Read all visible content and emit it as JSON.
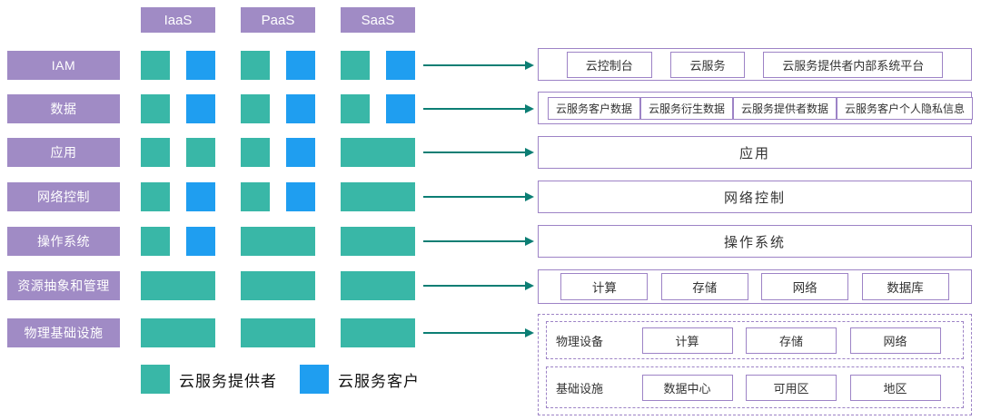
{
  "colors": {
    "purple": "#a08bc5",
    "teal": "#39b7a7",
    "blue": "#1f9ef0",
    "arrow": "#0c7e74",
    "box_border": "#9d83c6"
  },
  "headers": [
    {
      "label": "IaaS"
    },
    {
      "label": "PaaS"
    },
    {
      "label": "SaaS"
    }
  ],
  "legend": {
    "provider": {
      "label": "云服务提供者",
      "color": "#39b7a7"
    },
    "customer": {
      "label": "云服务客户",
      "color": "#1f9ef0"
    }
  },
  "rows": [
    {
      "label": "IAM",
      "cells": [
        [
          "provider",
          "customer"
        ],
        [
          "provider",
          "customer"
        ],
        [
          "provider",
          "customer"
        ]
      ],
      "right": {
        "type": "boxes",
        "items": [
          "云控制台",
          "云服务",
          "云服务提供者内部系统平台"
        ]
      }
    },
    {
      "label": "数据",
      "cells": [
        [
          "provider",
          "customer"
        ],
        [
          "provider",
          "customer"
        ],
        [
          "provider",
          "customer"
        ]
      ],
      "right": {
        "type": "boxes",
        "items": [
          "云服务客户数据",
          "云服务衍生数据",
          "云服务提供者数据",
          "云服务客户个人隐私信息"
        ]
      }
    },
    {
      "label": "应用",
      "cells": [
        [
          "provider",
          "provider"
        ],
        [
          "provider",
          "customer"
        ],
        [
          "full"
        ]
      ],
      "right": {
        "type": "single",
        "label": "应用"
      }
    },
    {
      "label": "网络控制",
      "cells": [
        [
          "provider",
          "customer"
        ],
        [
          "provider",
          "customer"
        ],
        [
          "full"
        ]
      ],
      "right": {
        "type": "single",
        "label": "网络控制"
      }
    },
    {
      "label": "操作系统",
      "cells": [
        [
          "provider",
          "customer"
        ],
        [
          "full"
        ],
        [
          "full"
        ]
      ],
      "right": {
        "type": "single",
        "label": "操作系统"
      }
    },
    {
      "label": "资源抽象和管理",
      "cells": [
        [
          "full"
        ],
        [
          "full"
        ],
        [
          "full"
        ]
      ],
      "right": {
        "type": "boxes",
        "items": [
          "计算",
          "存储",
          "网络",
          "数据库"
        ]
      }
    },
    {
      "label": "物理基础设施",
      "cells": [
        [
          "full"
        ],
        [
          "full"
        ],
        [
          "full"
        ]
      ],
      "right": {
        "type": "dashed-groups",
        "groups": [
          {
            "label": "物理设备",
            "items": [
              "计算",
              "存储",
              "网络"
            ]
          },
          {
            "label": "基础设施",
            "items": [
              "数据中心",
              "可用区",
              "地区"
            ]
          }
        ]
      }
    }
  ]
}
